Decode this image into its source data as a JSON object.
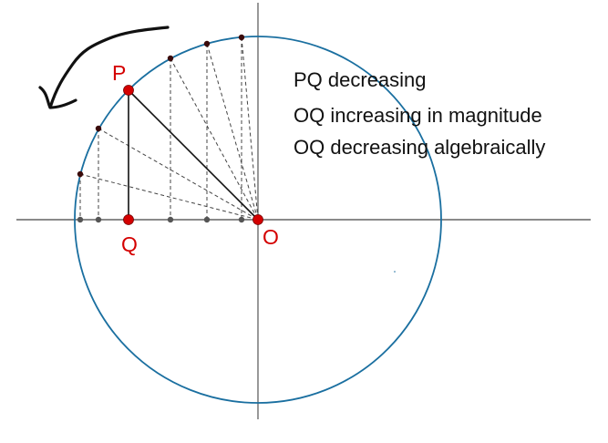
{
  "labels": {
    "P": "P",
    "Q": "Q",
    "O": "O"
  },
  "notes": [
    "PQ decreasing",
    "OQ increasing in magnitude",
    "OQ decreasing algebraically"
  ],
  "colors": {
    "circle": "#1a6fa0",
    "points": "#d40000",
    "axes": "#555555"
  }
}
